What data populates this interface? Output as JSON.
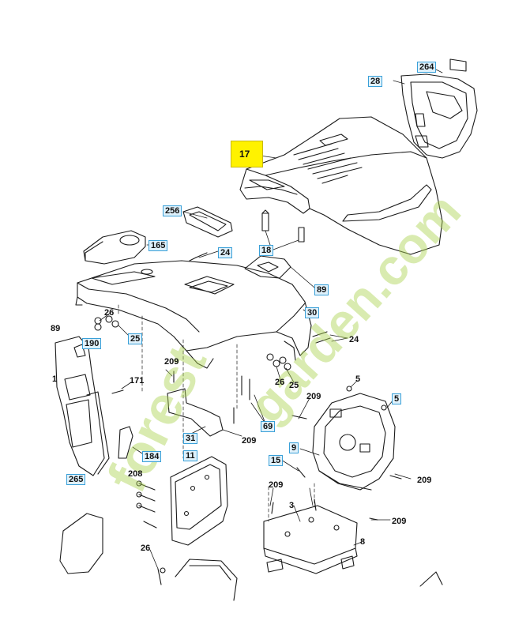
{
  "callouts": {
    "l264": "264",
    "l28": "28",
    "l17": "17",
    "l256": "256",
    "l165": "165",
    "l24a": "24",
    "l18": "18",
    "l89": "89",
    "l30": "30",
    "l24b": "24",
    "l26a": "26",
    "l25a": "25",
    "l89b": "89",
    "l190": "190",
    "l209a": "209",
    "l171": "171",
    "l26b": "26",
    "l25b": "25",
    "l5a": "5",
    "l5b": "5",
    "l209b": "209",
    "l69": "69",
    "l209c": "209",
    "l31": "31",
    "l11": "11",
    "l9": "9",
    "l184": "184",
    "l15": "15",
    "l208": "208",
    "l265": "265",
    "l209d": "209",
    "l3": "3",
    "l209e": "209",
    "l8": "8",
    "l209f": "209",
    "l26c": "26",
    "l1": "1"
  },
  "watermark": {
    "text_a": "forest",
    "text_b": "garden.com"
  },
  "colors": {
    "highlight": "#fff200",
    "callout_box": "#dff1fb",
    "callout_border": "#3aa0d8",
    "line_art": "#1a1a1a",
    "watermark": "#b6d96a"
  }
}
